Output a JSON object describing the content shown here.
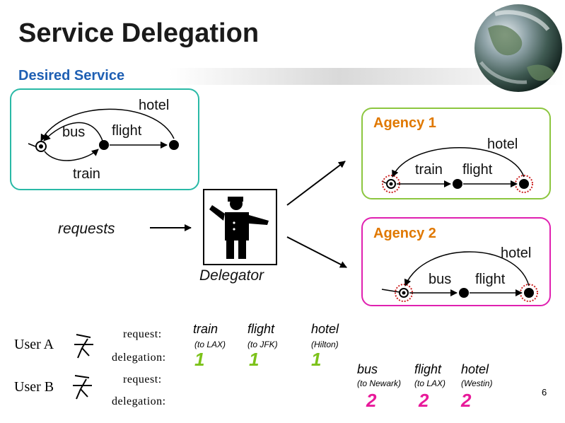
{
  "title": "Service Delegation",
  "subtitle": "Desired Service",
  "desired": {
    "hotel": "hotel",
    "bus": "bus",
    "flight": "flight",
    "train": "train"
  },
  "agency1": {
    "label": "Agency 1",
    "hotel": "hotel",
    "train": "train",
    "flight": "flight"
  },
  "agency2": {
    "label": "Agency 2",
    "hotel": "hotel",
    "bus": "bus",
    "flight": "flight"
  },
  "requests": "requests",
  "delegator": "Delegator",
  "users": [
    {
      "name": "User A",
      "request_label": "request:",
      "delegation_label": "delegation:"
    },
    {
      "name": "User B",
      "request_label": "request:",
      "delegation_label": "delegation:"
    }
  ],
  "userA_plan": [
    {
      "service": "train",
      "detail": "(to LAX)",
      "agency": "1"
    },
    {
      "service": "flight",
      "detail": "(to JFK)",
      "agency": "1"
    },
    {
      "service": "hotel",
      "detail": "(Hilton)",
      "agency": "1"
    }
  ],
  "userB_plan": [
    {
      "service": "bus",
      "detail": "(to Newark)",
      "agency": "2"
    },
    {
      "service": "flight",
      "detail": "(to LAX)",
      "agency": "2"
    },
    {
      "service": "hotel",
      "detail": "(Westin)",
      "agency": "2"
    }
  ],
  "page_number": "6",
  "colors": {
    "desired_box": "#29b9a6",
    "agency1_box": "#8cc63f",
    "agency2_box": "#e020b0",
    "agency_label": "#e07800",
    "subtitle": "#1e5fb3"
  },
  "icons": [
    "globe-icon",
    "delegator-person-icon",
    "stick-figure-icon"
  ]
}
